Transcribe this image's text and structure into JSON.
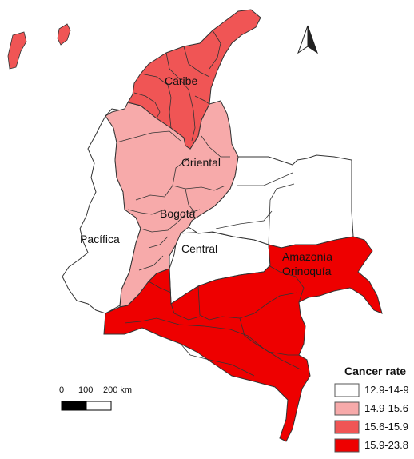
{
  "regions": {
    "caribe": "Caribe",
    "oriental": "Oriental",
    "bogota": "Bogotá",
    "pacifica": "Pacífica",
    "central": "Central",
    "amazonia_line1": "Amazonía",
    "amazonia_line2": "Orinoquía"
  },
  "scale_bar": {
    "tick0": "0",
    "tick1": "100",
    "tick2": "200 km"
  },
  "legend": {
    "title": "Cancer rate",
    "items": [
      {
        "label": "12.9-14-9",
        "color": "#ffffff"
      },
      {
        "label": "14.9-15.6",
        "color": "#f7aaaa"
      },
      {
        "label": "15.6-15.9",
        "color": "#f05555"
      },
      {
        "label": "15.9-23.8",
        "color": "#ee0000"
      }
    ]
  },
  "colors": {
    "outline": "#333333",
    "low": "#ffffff",
    "light": "#f7aaaa",
    "medium": "#f05555",
    "high": "#ee0000"
  },
  "north_arrow_icon": "north-arrow-icon"
}
